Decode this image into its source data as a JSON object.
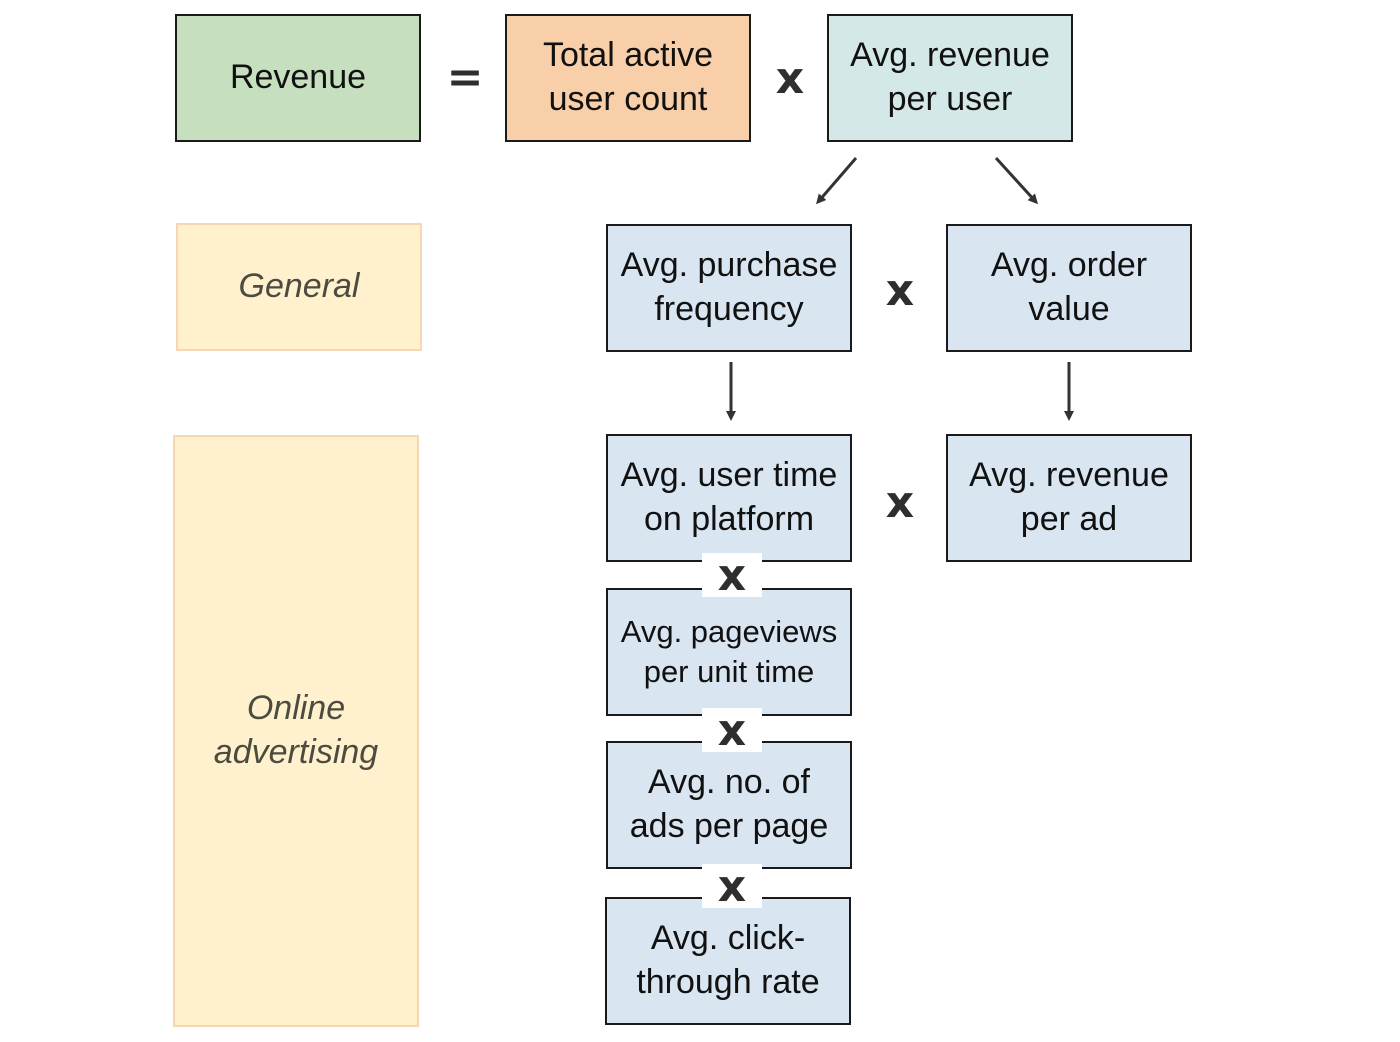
{
  "colors": {
    "revenue_fill": "#c5dfbf",
    "active_user_fill": "#f8cfa8",
    "arpu_fill": "#d5e8e8",
    "metric_fill": "#d9e6f2",
    "label_fill": "#fff1cd",
    "label_border": "#f5d7b4",
    "border": "#1a1a1a"
  },
  "operators": {
    "equals": "=",
    "times": "x"
  },
  "top_row": {
    "revenue": "Revenue",
    "total_active_user_count": "Total active\nuser count",
    "avg_revenue_per_user": "Avg. revenue\nper user"
  },
  "labels": {
    "general": "General",
    "online_advertising": "Online\nadvertising"
  },
  "general_row": {
    "avg_purchase_frequency": "Avg. purchase\nfrequency",
    "avg_order_value": "Avg. order\nvalue"
  },
  "online_advertising": {
    "avg_user_time_on_platform": "Avg. user time\non platform",
    "avg_revenue_per_ad": "Avg. revenue\nper ad",
    "avg_pageviews_per_unit_time": "Avg. pageviews\nper unit time",
    "avg_no_of_ads_per_page": "Avg. no. of\nads per page",
    "avg_click_through_rate": "Avg. click-\nthrough rate"
  }
}
